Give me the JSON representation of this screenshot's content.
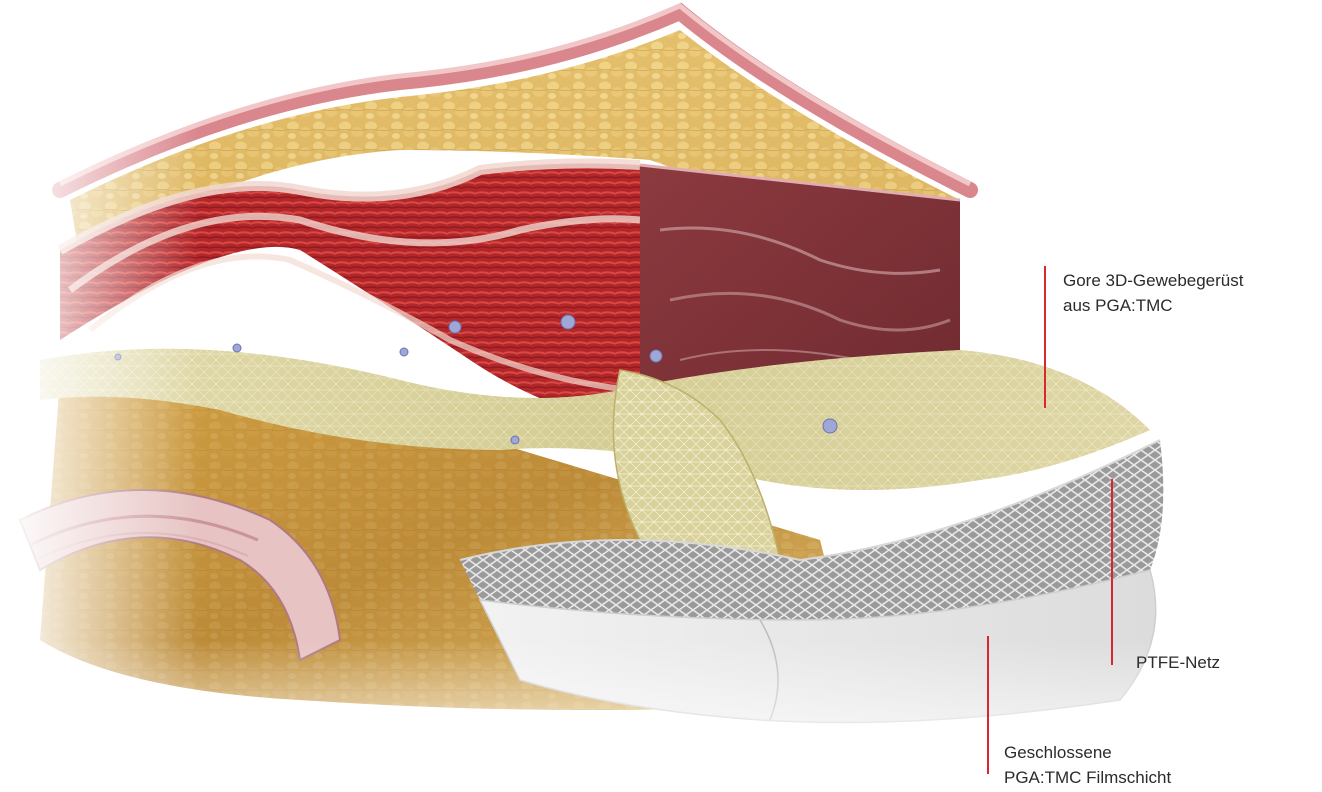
{
  "accent_color": "#d7282f",
  "labels": {
    "scaffold": {
      "line1": "Gore 3D-Gewebegerüst",
      "line2": "aus PGA:TMC"
    },
    "mesh": {
      "line1": "PTFE-Netz"
    },
    "film": {
      "line1": "Geschlossene",
      "line2": "PGA:TMC Filmschicht"
    }
  },
  "illustration": {
    "subject": "abdominal wall cross-section with layered hernia implant",
    "layers": [
      "skin",
      "subcutaneous fat",
      "muscle",
      "3D scaffold",
      "PTFE mesh",
      "PGA:TMC film",
      "bowel"
    ]
  }
}
